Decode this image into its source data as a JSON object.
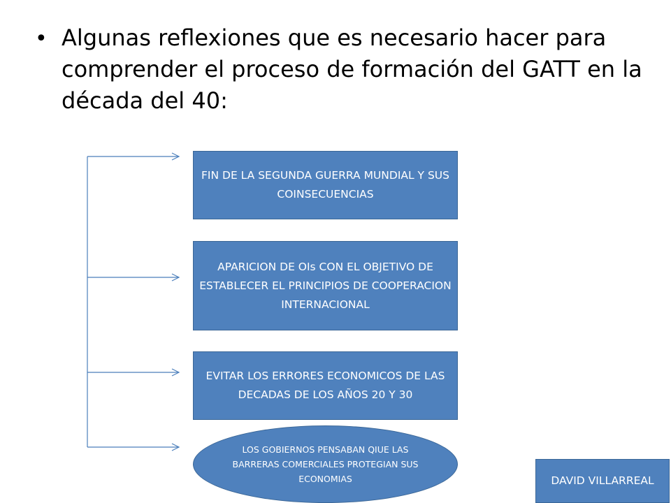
{
  "slide": {
    "bullet": "Algunas reflexiones que es necesario hacer para comprender el proceso de formación del GATT en la década del 40:"
  },
  "boxes": [
    {
      "text": "FIN DE LA SEGUNDA GUERRA MUNDIAL Y SUS COINSECUENCIAS"
    },
    {
      "text": "APARICION DE OIs  CON EL OBJETIVO DE  ESTABLECER EL PRINCIPIOS DE COOPERACION INTERNACIONAL"
    },
    {
      "text": "EVITAR LOS ERRORES ECONOMICOS DE LAS DECADAS DE LOS AÑOS 20 Y 30"
    }
  ],
  "oval": {
    "text": "LOS GOBIERNOS PENSABAN QIUE LAS BARRERAS COMERCIALES PROTEGIAN SUS ECONOMIAS"
  },
  "author": {
    "text": "DAVID VILLARREAL"
  },
  "colors": {
    "box_fill": "#4f81bd",
    "box_border": "#3a6696",
    "connector": "#4a7ebb"
  }
}
